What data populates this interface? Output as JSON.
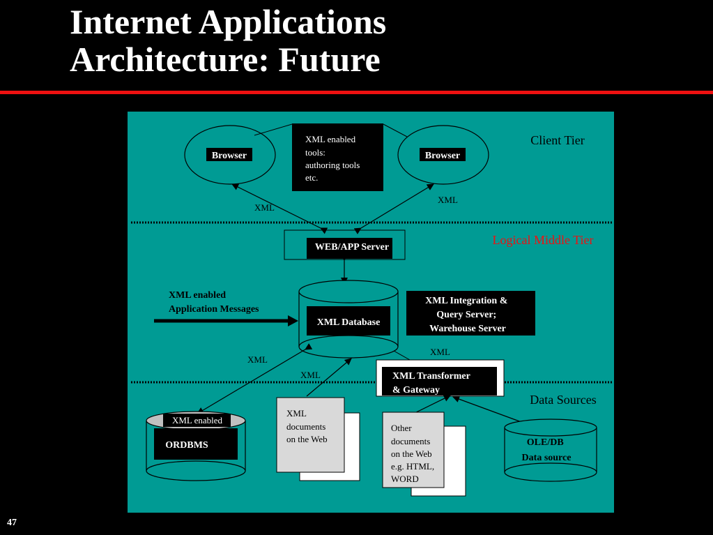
{
  "slide": {
    "title_line1": "Internet Applications",
    "title_line2": "Architecture: Future",
    "page_number": "47"
  },
  "tiers": {
    "client": "Client  Tier",
    "middle": "Logical Middle Tier",
    "data": "Data Sources"
  },
  "nodes": {
    "browser_left": "Browser",
    "browser_right": "Browser",
    "xml_tools": [
      "XML  enabled",
      "tools:",
      "authoring tools",
      "etc."
    ],
    "web_app_server": "WEB/APP  Server",
    "xml_database": "XML Database",
    "app_messages": [
      "XML enabled",
      "Application Messages"
    ],
    "integration_server": [
      "XML Integration &",
      "Query  Server;",
      "Warehouse  Server"
    ],
    "transformer": [
      "XML  Transformer",
      "& Gateway"
    ],
    "ordbms_tag": "XML enabled",
    "ordbms": "ORDBMS",
    "xml_docs": [
      "XML",
      "documents",
      "on the Web"
    ],
    "other_docs": [
      "Other",
      "documents",
      "on the Web",
      "e.g. HTML,",
      "WORD"
    ],
    "oledb": [
      "OLE/DB",
      "Data source"
    ]
  },
  "edge_labels": {
    "xml_browser_left": "XML",
    "xml_browser_right": "XML",
    "xml_ordbms": "XML",
    "xml_docs": "XML",
    "xml_transformer": "XML"
  },
  "colors": {
    "panel": "#009b94",
    "accent_red": "#e11",
    "middle_tier_label": "#e11"
  }
}
